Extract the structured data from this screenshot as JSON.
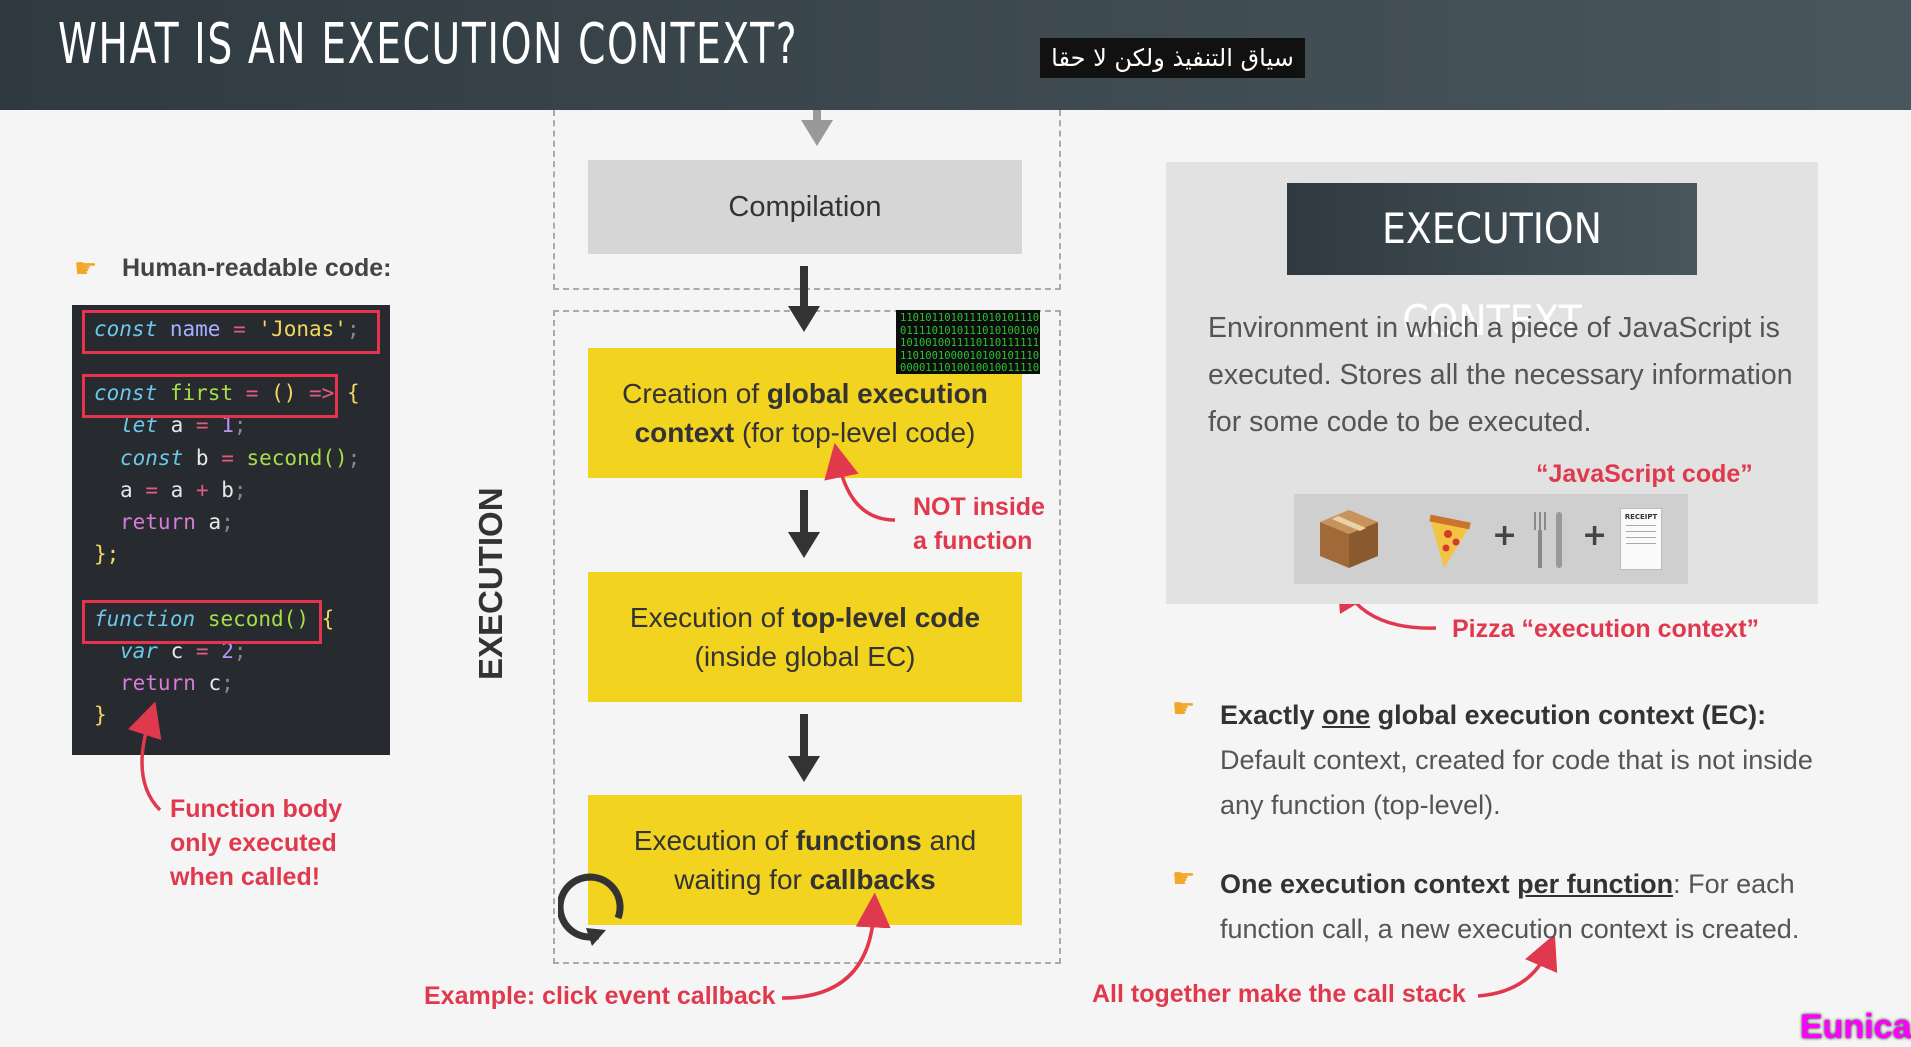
{
  "header": {
    "title": "WHAT IS AN EXECUTION CONTEXT?",
    "subtitle": "سياق التنفيذ ولكن لا حقا"
  },
  "left": {
    "label": "Human-readable code:",
    "note": [
      "Function body",
      "only executed",
      "when called!"
    ]
  },
  "code": {
    "l1": {
      "kw": "const",
      "name": "name",
      "eq": "=",
      "str": "'Jonas'",
      "semi": ";"
    },
    "l2": {
      "kw": "const",
      "name": "first",
      "eq": "=",
      "parens": "()",
      "arrow": "=>",
      "brace": "{"
    },
    "l3": {
      "kw": "let",
      "name": "a",
      "eq": "=",
      "num": "1",
      "semi": ";"
    },
    "l4": {
      "kw": "const",
      "name": "b",
      "eq": "=",
      "call": "second()",
      "semi": ";"
    },
    "l5": {
      "a": "a",
      "eq": "=",
      "a2": "a",
      "plus": "+",
      "b": "b",
      "semi": ";"
    },
    "l6": {
      "kw": "return",
      "val": "a",
      "semi": ";"
    },
    "l7": {
      "close": "};"
    },
    "l8": {
      "kw": "function",
      "name": "second()",
      "brace": "{"
    },
    "l9": {
      "kw": "var",
      "name": "c",
      "eq": "=",
      "num": "2",
      "semi": ";"
    },
    "l10": {
      "kw": "return",
      "val": "c",
      "semi": ";"
    },
    "l11": {
      "close": "}"
    }
  },
  "flow": {
    "compilation": "Compilation",
    "creation": {
      "a": "Creation of ",
      "b": "global execution",
      "c": "context",
      "d": " (for top-level code)"
    },
    "not_inside": [
      "NOT inside",
      "a function"
    ],
    "exec_top": {
      "a": "Execution of ",
      "b": "top-level code",
      "c": "(inside global EC)"
    },
    "exec_fn": {
      "a": "Execution of ",
      "b": "functions",
      "c": " and",
      "d": "waiting for ",
      "e": "callbacks"
    },
    "side_label": "EXECUTION",
    "example": "Example: click event callback",
    "binary": "1101011010111010101110 0111101010111010100100 1010010011110110111111 1101001000010100101110 0000111010010010011110"
  },
  "ec": {
    "title": "EXECUTION CONTEXT",
    "desc": "Environment in which a piece of JavaScript is executed. Stores all the necessary information for some code to be executed.",
    "js_code_label": "“JavaScript code”",
    "pizza_label": "Pizza “execution context”",
    "plus1": "+",
    "plus2": "+",
    "receipt": "RECEIPT"
  },
  "bullets": {
    "b1": {
      "a": "Exactly ",
      "b": "one",
      "c": " global execution context (EC):",
      "d": "Default context, created for code that is not inside any function (top-level)."
    },
    "b2": {
      "a": "One execution context ",
      "b": "per function",
      "c": ": For each function call, a new execution context is created."
    },
    "together": "All together make the call stack"
  },
  "watermark": "Eunica",
  "colors": {
    "accent_pink": "#e0394e",
    "yellow": "#f1d320",
    "header_bg": "#3a454c"
  }
}
